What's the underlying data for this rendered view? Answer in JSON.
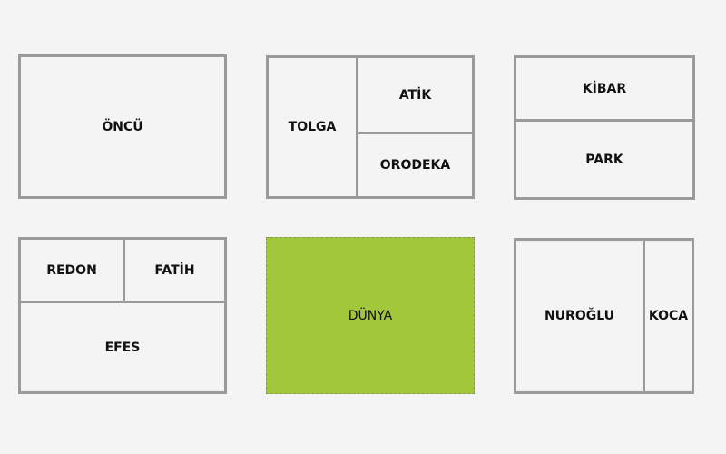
{
  "accent_color": "#a2c73b",
  "selected": "DÜNYA",
  "groups": [
    {
      "cells": [
        "ÖNCÜ"
      ]
    },
    {
      "cells": [
        "TOLGA",
        "ATİK",
        "ORODEKA"
      ]
    },
    {
      "cells": [
        "KİBAR",
        "PARK"
      ]
    },
    {
      "cells": [
        "REDON",
        "FATİH",
        "EFES"
      ]
    },
    {
      "cells": [
        "DÜNYA"
      ]
    },
    {
      "cells": [
        "NUROĞLU",
        "KOCA"
      ]
    }
  ]
}
